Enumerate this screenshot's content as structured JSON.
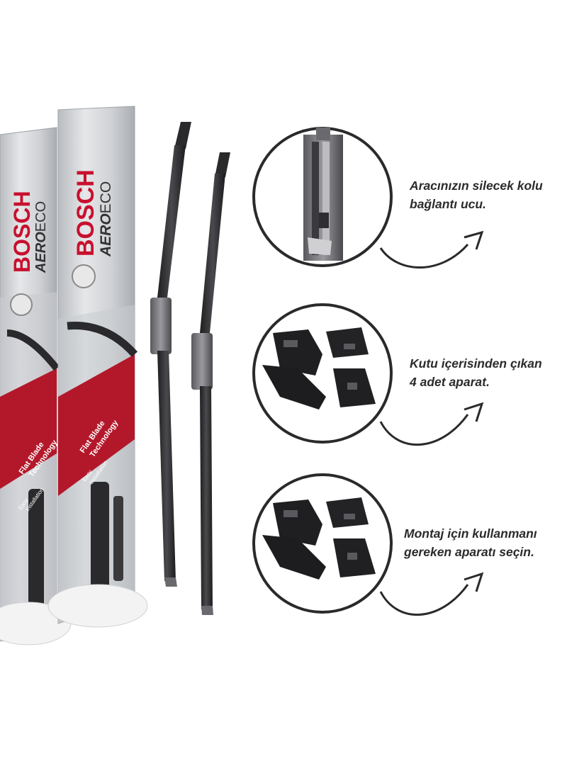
{
  "packages": [
    {
      "brand": "BOSCH",
      "product_bold": "AERO",
      "product_light": "ECO",
      "banner": [
        "Flat Blade",
        "Technology"
      ],
      "feature": [
        "Easy",
        "Installation"
      ]
    },
    {
      "brand": "BOSCH",
      "product_bold": "AERO",
      "product_light": "ECO",
      "banner": [
        "Flat Blade",
        "Technology"
      ],
      "feature": [
        "Easy",
        "Installation"
      ]
    }
  ],
  "callouts": [
    {
      "lines": [
        "Aracınızın silecek kolu",
        "bağlantı ucu."
      ],
      "detail": "wiper-arm-connector"
    },
    {
      "lines": [
        "Kutu içerisinden çıkan",
        "4 adet aparat."
      ],
      "detail": "four-adapters"
    },
    {
      "lines": [
        "Montaj için kullanmanı",
        "gereken aparatı seçin."
      ],
      "detail": "four-adapters"
    }
  ],
  "colors": {
    "brand_red": "#c8102e",
    "banner_red": "#b3182a",
    "package_silver": "#d9dbde",
    "blade_black": "#2a2a2c",
    "text_dark": "#2b2b2b"
  }
}
